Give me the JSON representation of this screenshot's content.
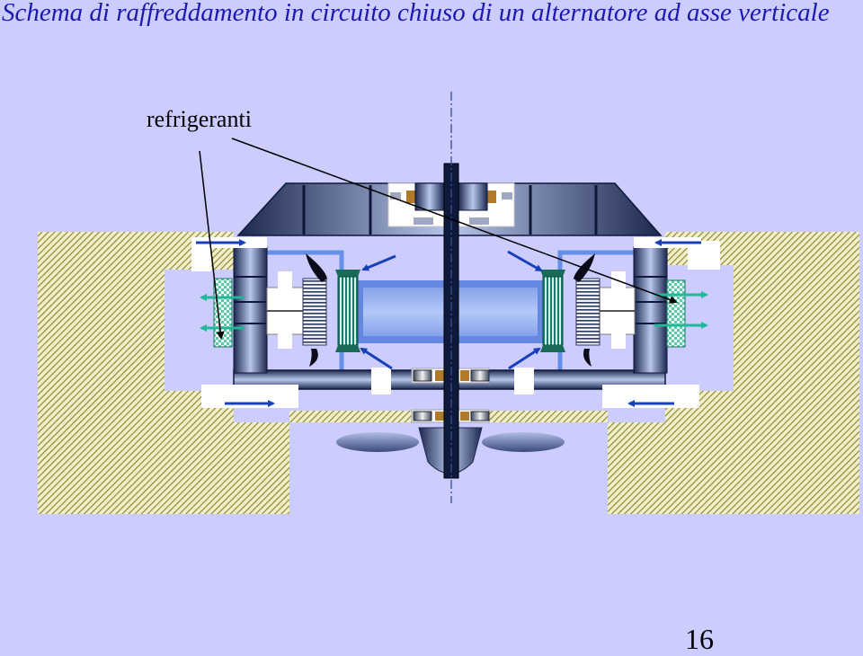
{
  "slide": {
    "title": "Schema di raffreddamento in circuito chiuso di un alternatore ad asse verticale",
    "page_number": "16"
  },
  "diagram": {
    "callout_label": "refrigeranti"
  },
  "colors": {
    "background": "#ccccff",
    "title": "#1a1ab0",
    "foundation_hatch": "#8c8c30",
    "steel_blue": "#5c6e9e",
    "air_flow_blue": "#1840b8",
    "cooler_flow_green": "#20b898",
    "rotor_core": "#99b2ee"
  }
}
